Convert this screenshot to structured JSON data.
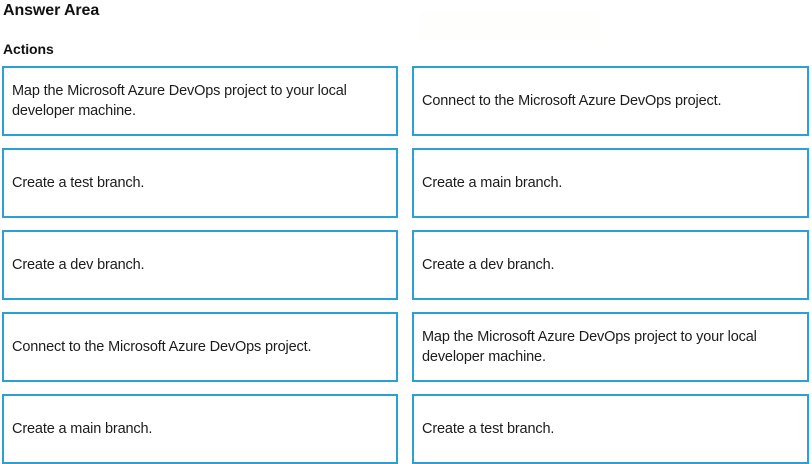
{
  "header": {
    "page_title": "Answer Area",
    "section_title": "Actions"
  },
  "colors": {
    "box_border": "#2AA0D4",
    "box_background": "#FFFFFF",
    "text": "#1C1C1C"
  },
  "actions": {
    "rows": [
      {
        "left": "Map the Microsoft Azure DevOps project to your local developer machine.",
        "right": "Connect to the Microsoft Azure DevOps project."
      },
      {
        "left": "Create a test branch.",
        "right": "Create a main branch."
      },
      {
        "left": "Create a dev branch.",
        "right": "Create a dev branch."
      },
      {
        "left": "Connect to the Microsoft Azure DevOps project.",
        "right": "Map the Microsoft Azure DevOps project to your local developer machine."
      },
      {
        "left": "Create a main branch.",
        "right": "Create a test branch."
      }
    ]
  }
}
